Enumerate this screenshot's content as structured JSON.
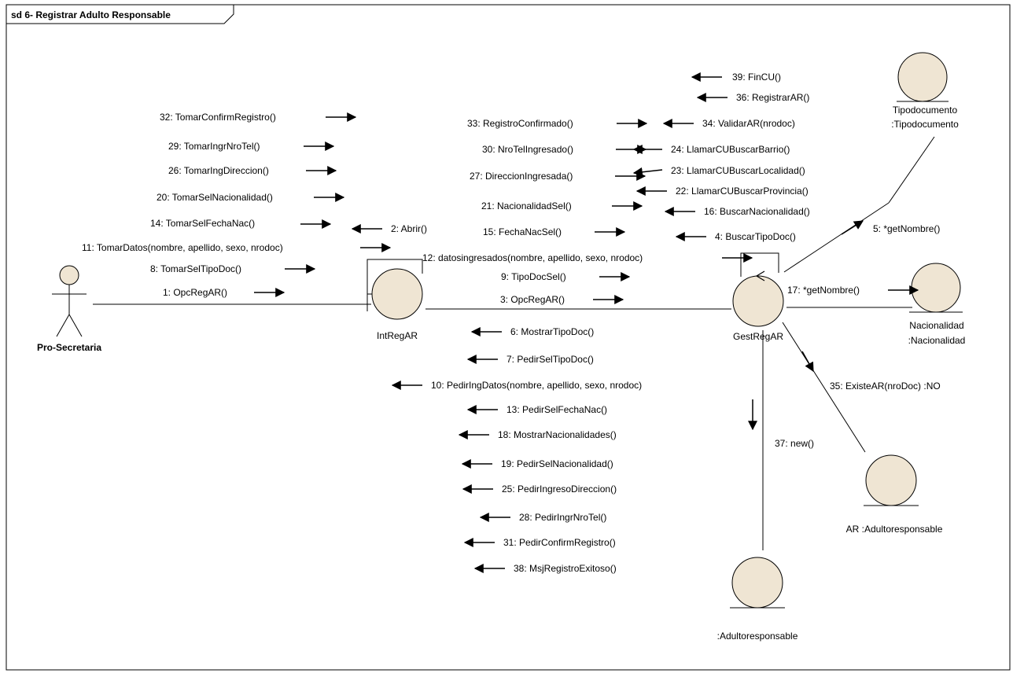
{
  "frame": {
    "title": "sd 6- Registrar Adulto Responsable"
  },
  "actor": {
    "name": "Pro-Secretaria"
  },
  "objects": {
    "int_reg_ar": {
      "label": "IntRegAR"
    },
    "gest_reg_ar": {
      "label": "GestRegAR"
    },
    "tipodocumento": {
      "label_line1": "Tipodocumento",
      "label_line2": ":Tipodocumento"
    },
    "nacionalidad": {
      "label_line1": "Nacionalidad",
      "label_line2": ":Nacionalidad"
    },
    "ar_adultoresponsable": {
      "label": "AR :Adultoresponsable"
    },
    "adultoresponsable": {
      "label": ":Adultoresponsable"
    }
  },
  "messages": {
    "m32": "32: TomarConfirmRegistro()",
    "m29": "29: TomarIngrNroTel()",
    "m26": "26: TomarIngDireccion()",
    "m20": "20: TomarSelNacionalidad()",
    "m14": "14: TomarSelFechaNac()",
    "m2": "2: Abrir()",
    "m11": "11: TomarDatos(nombre, apellido, sexo, nrodoc)",
    "m8": "8: TomarSelTipoDoc()",
    "m1": "1: OpcRegAR()",
    "m39": "39: FinCU()",
    "m36": "36: RegistrarAR()",
    "m33": "33: RegistroConfirmado()",
    "m34": "34: ValidarAR(nrodoc)",
    "m30": "30: NroTelIngresado()",
    "m24": "24: LlamarCUBuscarBarrio()",
    "m27": "27: DireccionIngresada()",
    "m23": "23: LlamarCUBuscarLocalidad()",
    "m22": "22: LlamarCUBuscarProvincia()",
    "m21": "21: NacionalidadSel()",
    "m16": "16: BuscarNacionalidad()",
    "m15": "15: FechaNacSel()",
    "m4": "4: BuscarTipoDoc()",
    "m5": "5: *getNombre()",
    "m12": "12: datosingresados(nombre, apellido, sexo, nrodoc)",
    "m9": "9: TipoDocSel()",
    "m3": "3: OpcRegAR()",
    "m17": "17: *getNombre()",
    "m6": "6: MostrarTipoDoc()",
    "m7": "7: PedirSelTipoDoc()",
    "m10": "10: PedirIngDatos(nombre, apellido, sexo, nrodoc)",
    "m13": "13: PedirSelFechaNac()",
    "m18": "18: MostrarNacionalidades()",
    "m19": "19: PedirSelNacionalidad()",
    "m25": "25: PedirIngresoDireccion()",
    "m28": "28: PedirIngrNroTel()",
    "m31": "31: PedirConfirmRegistro()",
    "m38": "38: MsjRegistroExitoso()",
    "m35": "35: ExisteAR(nroDoc) :NO",
    "m37": "37: new()"
  },
  "colors": {
    "object_fill": "#efe5d3",
    "line": "#000000",
    "frame_border": "#000000"
  }
}
